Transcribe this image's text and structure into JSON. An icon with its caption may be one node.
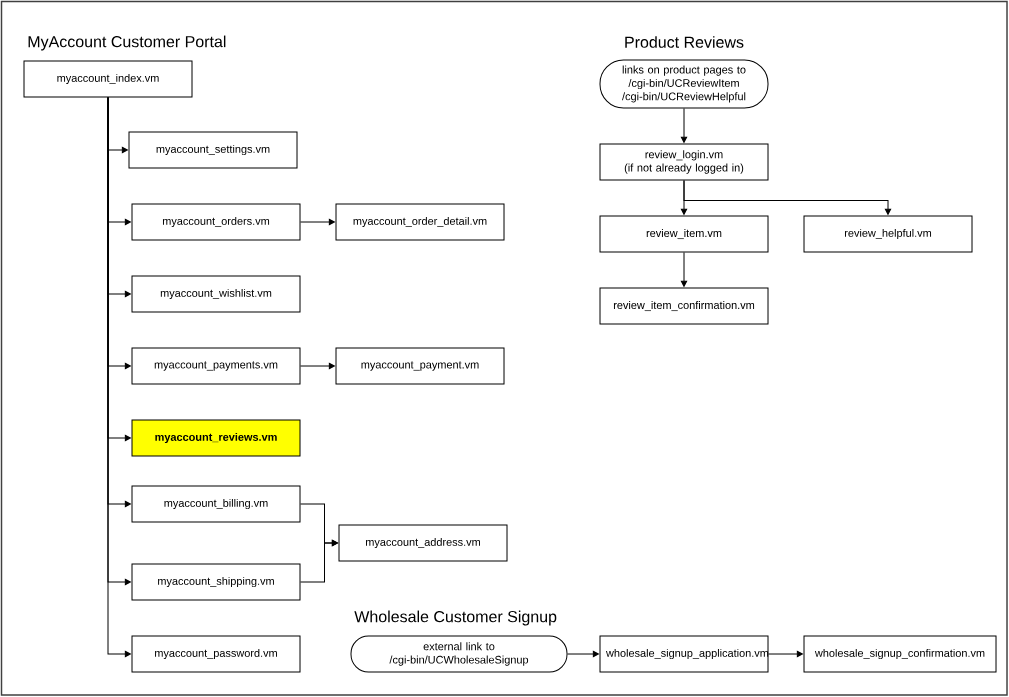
{
  "diagram": {
    "nodes": [
      {
        "text": [
          "myaccount_index.vm"
        ]
      },
      {
        "text": [
          "myaccount_settings.vm"
        ]
      },
      {
        "text": [
          "myaccount_orders.vm"
        ]
      },
      {
        "text": [
          "myaccount_order_detail.vm"
        ]
      },
      {
        "text": [
          "myaccount_wishlist.vm"
        ]
      },
      {
        "text": [
          "myaccount_payments.vm"
        ]
      },
      {
        "text": [
          "myaccount_payment.vm"
        ]
      },
      {
        "text": [
          "myaccount_reviews.vm"
        ]
      },
      {
        "text": [
          "myaccount_billing.vm"
        ]
      },
      {
        "text": [
          "myaccount_address.vm"
        ]
      },
      {
        "text": [
          "myaccount_shipping.vm"
        ]
      },
      {
        "text": [
          "myaccount_password.vm"
        ]
      },
      {
        "text": [
          "links on product pages to /cgi-bin/UCReviewItem /cgi-bin/UCReviewHelpful"
        ]
      },
      {
        "text": [
          "review_login.vm",
          "(if not already logged in)"
        ]
      },
      {
        "text": [
          "review_item.vm"
        ]
      },
      {
        "text": [
          "review_helpful.vm"
        ]
      },
      {
        "text": [
          "review_item_confirmation.vm"
        ]
      },
      {
        "text": [
          "external link to /cgi-bin/UCWholesaleSignup"
        ]
      },
      {
        "text": [
          "wholesale_signup_application.vm"
        ]
      },
      {
        "text": [
          "wholesale_signup_confirmation.vm"
        ]
      }
    ],
    "edges": [
      {
        "from": 0,
        "to": 1,
        "arrow": "to"
      },
      {
        "from": 0,
        "to": 2,
        "arrow": "to"
      },
      {
        "from": 0,
        "to": 4,
        "arrow": "to"
      },
      {
        "from": 0,
        "to": 5,
        "arrow": "to"
      },
      {
        "from": 0,
        "to": 7,
        "arrow": "to"
      },
      {
        "from": 0,
        "to": 8,
        "arrow": "to"
      },
      {
        "from": 0,
        "to": 10,
        "arrow": "to"
      },
      {
        "from": 0,
        "to": 11,
        "arrow": "to"
      },
      {
        "from": 2,
        "to": 3,
        "arrow": "to"
      },
      {
        "from": 5,
        "to": 6,
        "arrow": "to"
      },
      {
        "from": 8,
        "to": 9,
        "arrow": "to"
      },
      {
        "from": 10,
        "to": 9,
        "arrow": "to"
      },
      {
        "from": 12,
        "to": 13,
        "arrow": "to"
      },
      {
        "from": 13,
        "to": 14,
        "arrow": "to"
      },
      {
        "from": 13,
        "to": 15,
        "arrow": "to"
      },
      {
        "from": 14,
        "to": 16,
        "arrow": "to"
      },
      {
        "from": 17,
        "to": 18,
        "arrow": "to"
      },
      {
        "from": 18,
        "to": 19,
        "arrow": "to"
      }
    ],
    "labels": [
      "MyAccount Customer Portal",
      "Product Reviews",
      "Wholesale Customer Signup"
    ]
  }
}
